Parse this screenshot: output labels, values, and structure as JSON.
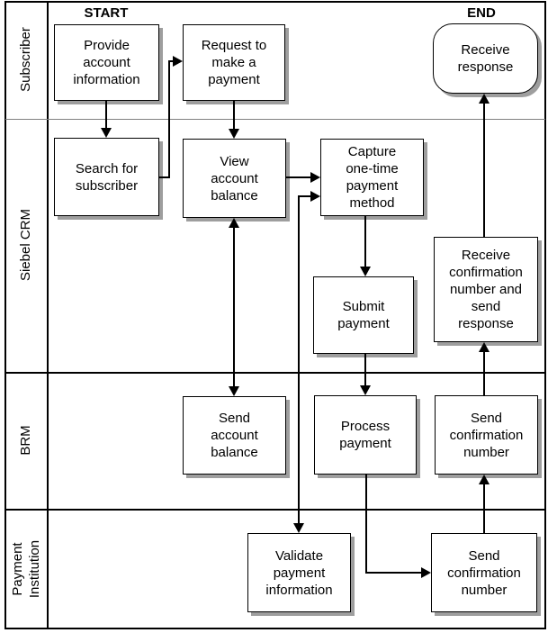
{
  "diagram": {
    "type": "swimlane-flowchart",
    "start_label": "START",
    "end_label": "END",
    "colors": {
      "line": "#000000",
      "box_fill": "#ffffff",
      "box_border": "#000000",
      "box_shadow": "#9e9e9e",
      "lane_divider_gray": "#808080",
      "background": "#ffffff"
    },
    "lanes": [
      {
        "id": "subscriber",
        "label": "Subscriber"
      },
      {
        "id": "siebel-crm",
        "label": "Siebel CRM"
      },
      {
        "id": "brm",
        "label": "BRM"
      },
      {
        "id": "payment-institution",
        "label": "Payment\nInstitution"
      }
    ],
    "nodes": {
      "provide_account": {
        "label": "Provide\naccount\ninformation",
        "lane": "Subscriber",
        "shape": "rect"
      },
      "request_payment": {
        "label": "Request to\nmake a\npayment",
        "lane": "Subscriber",
        "shape": "rect"
      },
      "receive_response": {
        "label": "Receive\nresponse",
        "lane": "Subscriber",
        "shape": "rounded",
        "terminal": "END"
      },
      "search_subscriber": {
        "label": "Search for\nsubscriber",
        "lane": "Siebel CRM",
        "shape": "rect"
      },
      "view_balance": {
        "label": "View\naccount\nbalance",
        "lane": "Siebel CRM",
        "shape": "rect"
      },
      "capture_method": {
        "label": "Capture\none-time\npayment\nmethod",
        "lane": "Siebel CRM",
        "shape": "rect"
      },
      "submit_payment": {
        "label": "Submit\npayment",
        "lane": "Siebel CRM",
        "shape": "rect"
      },
      "receive_confirmation": {
        "label": "Receive\nconfirmation\nnumber and\nsend\nresponse",
        "lane": "Siebel CRM",
        "shape": "rect"
      },
      "send_balance": {
        "label": "Send\naccount\nbalance",
        "lane": "BRM",
        "shape": "rect"
      },
      "process_payment": {
        "label": "Process\npayment",
        "lane": "BRM",
        "shape": "rect"
      },
      "send_confirmation_brm": {
        "label": "Send\nconfirmation\nnumber",
        "lane": "BRM",
        "shape": "rect"
      },
      "validate_payment": {
        "label": "Validate\npayment\ninformation",
        "lane": "Payment Institution",
        "shape": "rect"
      },
      "send_confirmation_pi": {
        "label": "Send\nconfirmation\nnumber",
        "lane": "Payment Institution",
        "shape": "rect"
      }
    },
    "edges": [
      {
        "from": "provide_account",
        "to": "search_subscriber",
        "style": "arrow"
      },
      {
        "from": "search_subscriber",
        "to": "request_payment",
        "style": "arrow"
      },
      {
        "from": "request_payment",
        "to": "view_balance",
        "style": "arrow"
      },
      {
        "from": "view_balance",
        "to": "capture_method",
        "style": "arrow"
      },
      {
        "from": "view_balance",
        "to": "send_balance",
        "style": "bidirectional"
      },
      {
        "from": "capture_method",
        "to": "validate_payment",
        "style": "bidirectional"
      },
      {
        "from": "capture_method",
        "to": "submit_payment",
        "style": "arrow"
      },
      {
        "from": "submit_payment",
        "to": "process_payment",
        "style": "arrow"
      },
      {
        "from": "process_payment",
        "to": "send_confirmation_pi",
        "style": "arrow"
      },
      {
        "from": "send_confirmation_pi",
        "to": "send_confirmation_brm",
        "style": "arrow"
      },
      {
        "from": "send_confirmation_brm",
        "to": "receive_confirmation",
        "style": "arrow"
      },
      {
        "from": "receive_confirmation",
        "to": "receive_response",
        "style": "arrow"
      }
    ]
  }
}
